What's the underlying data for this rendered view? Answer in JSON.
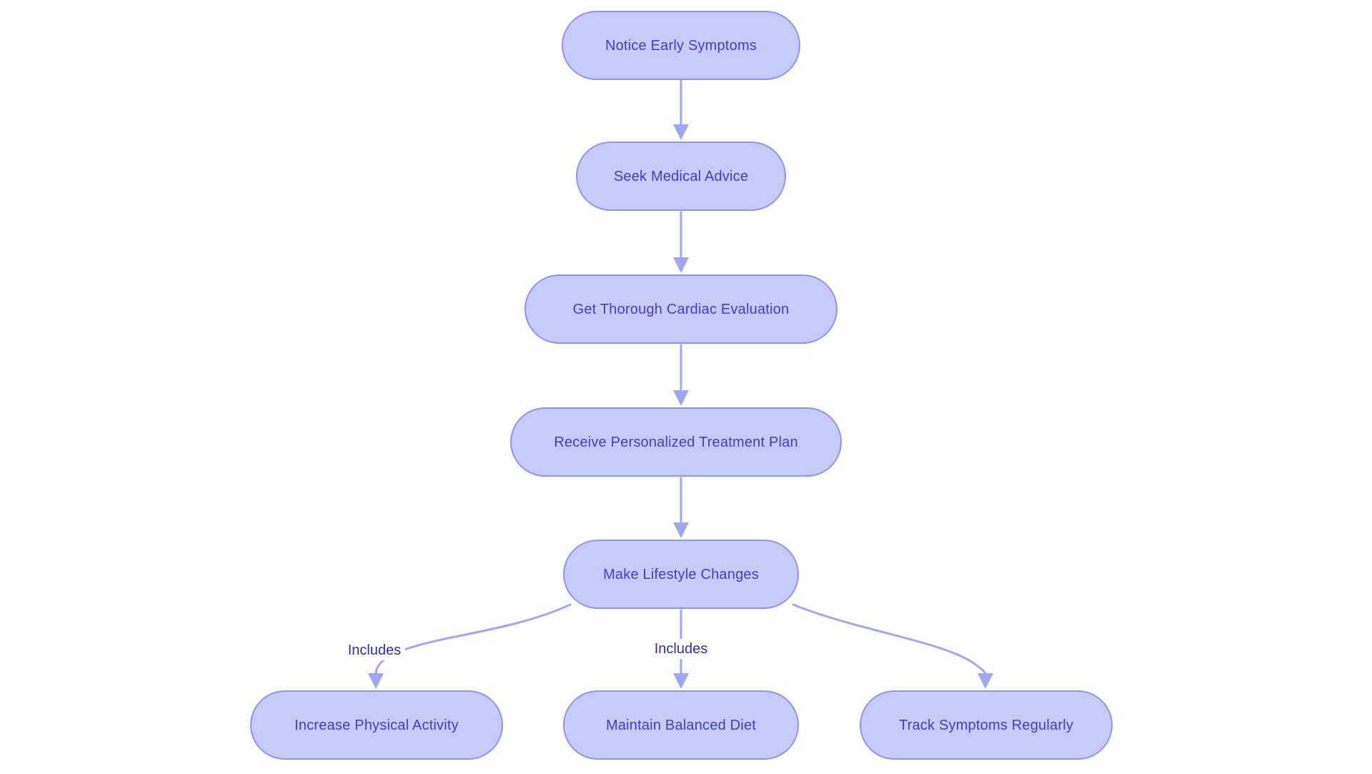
{
  "diagram": {
    "type": "flowchart",
    "direction": "top-down",
    "background": "#ffffff",
    "colors": {
      "node_fill": "#c7cbf7",
      "node_border": "#8d95ee",
      "node_text": "#3d3fc7",
      "edge_stroke": "#a0a6f0",
      "edge_label_text": "#2b2eb8"
    },
    "nodes": [
      {
        "id": "notice-early-symptoms",
        "label": "Notice Early Symptoms"
      },
      {
        "id": "seek-medical-advice",
        "label": "Seek Medical Advice"
      },
      {
        "id": "get-thorough-cardiac-evaluation",
        "label": "Get Thorough Cardiac Evaluation"
      },
      {
        "id": "receive-personalized-treatment-plan",
        "label": "Receive Personalized Treatment Plan"
      },
      {
        "id": "make-lifestyle-changes",
        "label": "Make Lifestyle Changes"
      },
      {
        "id": "increase-physical-activity",
        "label": "Increase Physical Activity"
      },
      {
        "id": "maintain-balanced-diet",
        "label": "Maintain Balanced Diet"
      },
      {
        "id": "track-symptoms-regularly",
        "label": "Track Symptoms Regularly"
      }
    ],
    "edges": [
      {
        "from": "notice-early-symptoms",
        "to": "seek-medical-advice",
        "label": ""
      },
      {
        "from": "seek-medical-advice",
        "to": "get-thorough-cardiac-evaluation",
        "label": ""
      },
      {
        "from": "get-thorough-cardiac-evaluation",
        "to": "receive-personalized-treatment-plan",
        "label": ""
      },
      {
        "from": "receive-personalized-treatment-plan",
        "to": "make-lifestyle-changes",
        "label": ""
      },
      {
        "from": "make-lifestyle-changes",
        "to": "increase-physical-activity",
        "label": "Includes"
      },
      {
        "from": "make-lifestyle-changes",
        "to": "maintain-balanced-diet",
        "label": "Includes"
      },
      {
        "from": "make-lifestyle-changes",
        "to": "track-symptoms-regularly",
        "label": ""
      }
    ]
  }
}
